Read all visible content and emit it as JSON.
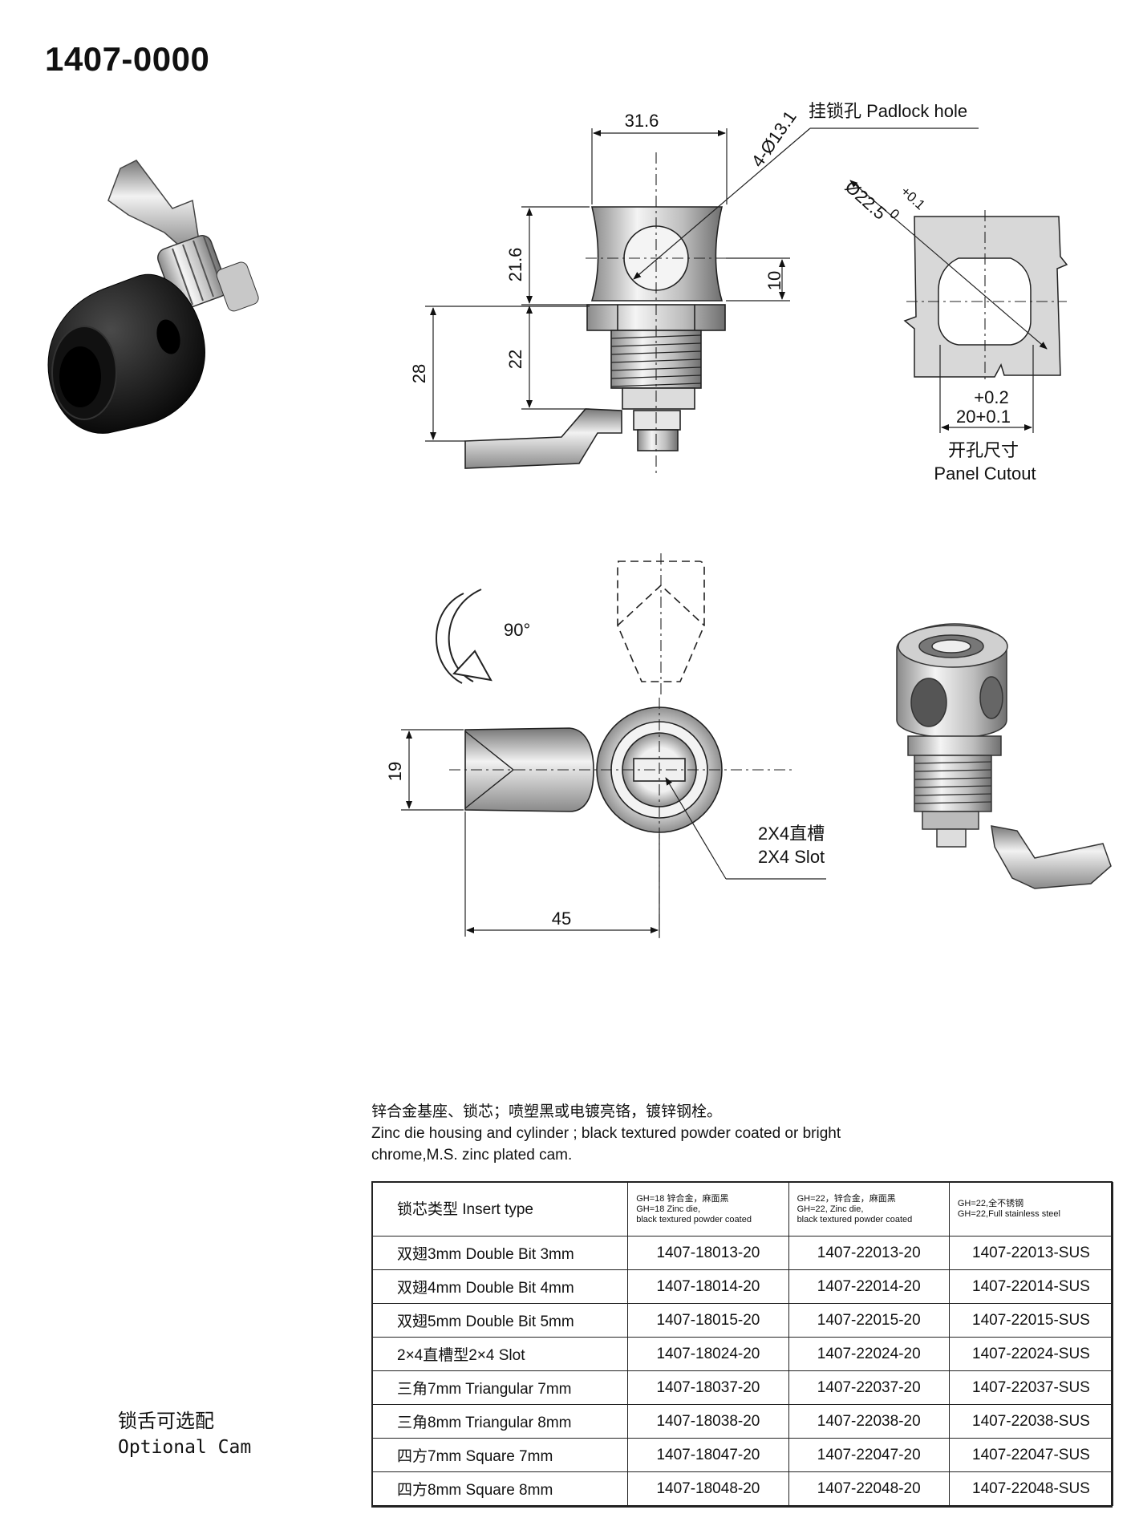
{
  "title": "1407-0000",
  "drawing": {
    "dim_width": "31.6",
    "dim_bore": "4-Ø13.1",
    "padlock_label": "挂锁孔 Padlock hole",
    "dim_head_height": "21.6",
    "dim_hole_center": "10",
    "dim_body": "22",
    "dim_total": "28",
    "cutout_dia": "Ø22.5",
    "cutout_dia_tol_upper": "+0.1",
    "cutout_dia_tol_lower": "0",
    "cutout_width_tol": "+0.2",
    "cutout_width": "20+0.1",
    "cutout_label_cn": "开孔尺寸",
    "cutout_label_en": "Panel Cutout",
    "rotation": "90°",
    "dim_cam_width": "19",
    "dim_cam_length": "45",
    "slot_label_cn": "2X4直槽",
    "slot_label_en": "2X4 Slot"
  },
  "note": {
    "line1": "锌合金基座、锁芯；喷塑黑或电镀亮铬，镀锌钢栓。",
    "line2": "Zinc die housing and cylinder ; black textured powder coated or bright",
    "line3": "chrome,M.S. zinc plated cam."
  },
  "table": {
    "header": {
      "col0": "锁芯类型 Insert type",
      "col1": [
        "GH=18 锌合金，麻面黑",
        "GH=18 Zinc die,",
        "black textured powder coated"
      ],
      "col2": [
        "GH=22，锌合金，麻面黑",
        "GH=22,  Zinc die,",
        "black textured powder coated"
      ],
      "col3": [
        "GH=22,全不锈钢",
        "GH=22,Full stainless steel"
      ]
    },
    "rows": [
      [
        "双翅3mm Double Bit 3mm",
        "1407-18013-20",
        "1407-22013-20",
        "1407-22013-SUS"
      ],
      [
        "双翅4mm Double Bit 4mm",
        "1407-18014-20",
        "1407-22014-20",
        "1407-22014-SUS"
      ],
      [
        "双翅5mm Double Bit 5mm",
        "1407-18015-20",
        "1407-22015-20",
        "1407-22015-SUS"
      ],
      [
        "2×4直槽型2×4 Slot",
        "1407-18024-20",
        "1407-22024-20",
        "1407-22024-SUS"
      ],
      [
        "三角7mm Triangular 7mm",
        "1407-18037-20",
        "1407-22037-20",
        "1407-22037-SUS"
      ],
      [
        "三角8mm Triangular 8mm",
        "1407-18038-20",
        "1407-22038-20",
        "1407-22038-SUS"
      ],
      [
        "四方7mm Square 7mm",
        "1407-18047-20",
        "1407-22047-20",
        "1407-22047-SUS"
      ],
      [
        "四方8mm Square 8mm",
        "1407-18048-20",
        "1407-22048-20",
        "1407-22048-SUS"
      ]
    ]
  },
  "cam_note": {
    "cn": "锁舌可选配",
    "en": "Optional Cam"
  }
}
